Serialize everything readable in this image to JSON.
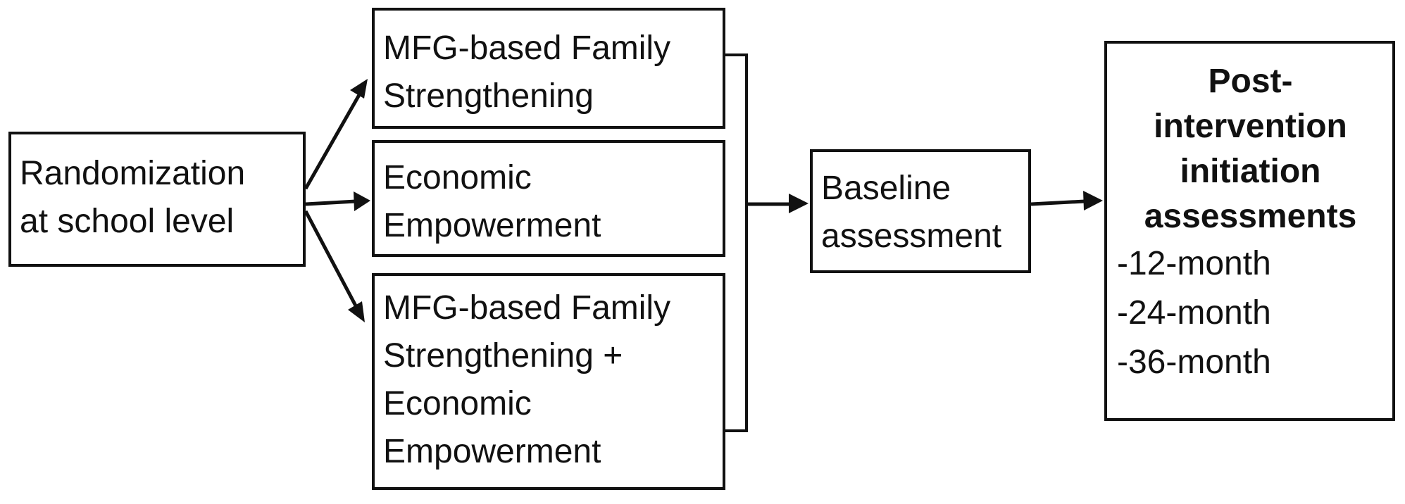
{
  "diagram": {
    "randomization": {
      "lines": [
        "Randomization",
        "at school level"
      ]
    },
    "arm_mfg": {
      "lines": [
        "MFG-based Family",
        "Strengthening"
      ]
    },
    "arm_econ": {
      "lines": [
        "Economic",
        "Empowerment"
      ]
    },
    "arm_combined": {
      "lines": [
        "MFG-based Family",
        "Strengthening +",
        "Economic",
        "Empowerment"
      ]
    },
    "baseline": {
      "lines": [
        "Baseline",
        "assessment"
      ]
    },
    "post": {
      "title_lines": [
        "Post-",
        "intervention",
        "initiation",
        "assessments"
      ],
      "items": [
        "-12-month",
        "-24-month",
        "-36-month"
      ]
    },
    "colors": {
      "line": "#111111",
      "box_fill": "#ffffff",
      "background": "#ffffff"
    }
  }
}
